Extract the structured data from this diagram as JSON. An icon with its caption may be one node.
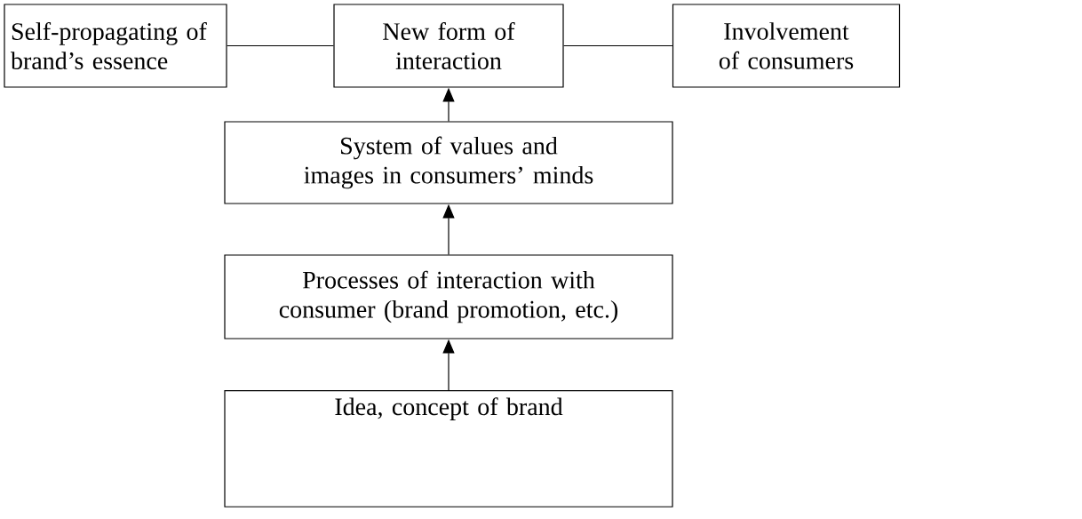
{
  "diagram": {
    "nodes": [
      {
        "text": [
          "Self-propagating of brand’s essence"
        ]
      },
      {
        "text": [
          "New form of interaction"
        ]
      },
      {
        "text": [
          "Involvement of consumers"
        ]
      },
      {
        "text": [
          "System of values and images in consumers’ minds"
        ]
      },
      {
        "text": [
          "Processes of interaction with consumer (brand promotion, etc.)"
        ]
      },
      {
        "text": [
          "Idea, concept of brand"
        ]
      }
    ],
    "edges": [
      {
        "from": 1,
        "to": 0,
        "arrow": "none"
      },
      {
        "from": 1,
        "to": 2,
        "arrow": "none"
      },
      {
        "from": 3,
        "to": 1,
        "arrow": "to"
      },
      {
        "from": 4,
        "to": 3,
        "arrow": "to"
      },
      {
        "from": 5,
        "to": 4,
        "arrow": "to"
      }
    ]
  }
}
